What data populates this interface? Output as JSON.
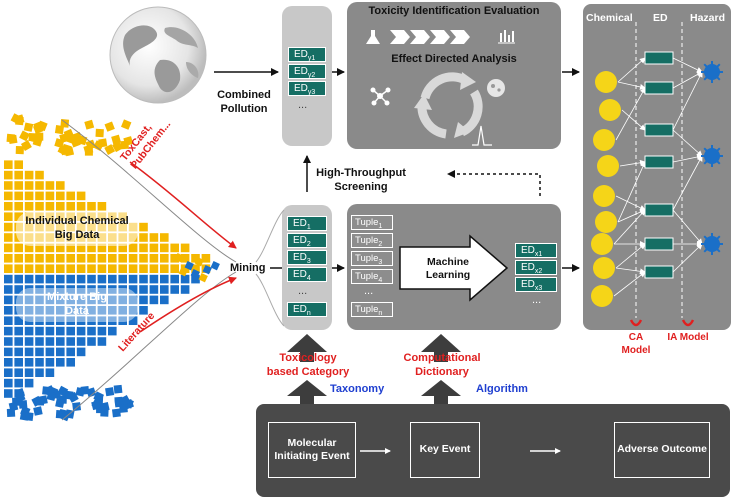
{
  "funnel": {
    "individual_label": "Individual Chemical Big Data",
    "mixture_label": "Mixture Big Data",
    "toxcast_label": "ToxCast, PubChem...",
    "literature_label": "Literature",
    "mining_label": "Mining"
  },
  "pollution": {
    "label": "Combined Pollution",
    "ed_items": [
      "ED",
      "ED",
      "ED"
    ],
    "ed_subs": [
      "y1",
      "y2",
      "y3"
    ],
    "ellipsis": "..."
  },
  "tie": {
    "title": "Toxicity Identification Evaluation",
    "subtitle": "Effect Directed Analysis"
  },
  "hts": {
    "label": "High-Throughput Screening"
  },
  "mining_column": {
    "items": [
      "ED",
      "ED",
      "ED",
      "ED"
    ],
    "subs": [
      "1",
      "2",
      "3",
      "4"
    ],
    "ellipsis": "...",
    "last": "ED",
    "last_sub": "n"
  },
  "ml": {
    "tuples": [
      "Tuple",
      "Tuple",
      "Tuple",
      "Tuple"
    ],
    "tuple_subs": [
      "1",
      "2",
      "3",
      "4"
    ],
    "tuple_ellipsis": "...",
    "tuple_last": "Tuple",
    "tuple_last_sub": "n",
    "arrow_label": "Machine Learning",
    "outputs": [
      "ED",
      "ED",
      "ED"
    ],
    "output_subs": [
      "x1",
      "x2",
      "x3"
    ],
    "output_ellipsis": "..."
  },
  "hazard_panel": {
    "col_chemical": "Chemical",
    "col_ed": "ED",
    "col_hazard": "Hazard",
    "ca_model": "CA Model",
    "ia_model": "IA Model"
  },
  "bottom": {
    "toxicology": "Toxicology based Category",
    "computational": "Computational Dictionary",
    "taxonomy": "Taxonomy",
    "algorithm": "Algorithm",
    "aop_steps": [
      "Molecular Initiating Event",
      "Key Event",
      "Adverse Outcome"
    ]
  },
  "colors": {
    "panel_gray": "#8a8a8a",
    "light_gray": "#c8c8c8",
    "dark_panel": "#4a4a4a",
    "ed_green": "#156e64",
    "chem_yellow": "#f5d518",
    "hazard_blue": "#1a6fc8",
    "funnel_yellow": "#f5b800",
    "funnel_blue": "#1a6fc8",
    "red": "#e02020",
    "blue_text": "#1f3fd0"
  }
}
